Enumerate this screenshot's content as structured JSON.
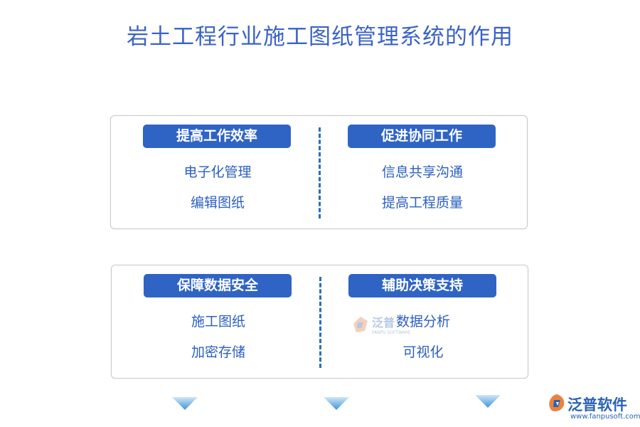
{
  "title": "岩土工程行业施工图纸管理系统的作用",
  "panels": [
    {
      "left": {
        "heading": "提高工作效率",
        "items": [
          "电子化管理",
          "编辑图纸"
        ]
      },
      "right": {
        "heading": "促进协同工作",
        "items": [
          "信息共享沟通",
          "提高工程质量"
        ]
      }
    },
    {
      "left": {
        "heading": "保障数据安全",
        "items": [
          "施工图纸",
          "加密存储"
        ]
      },
      "right": {
        "heading": "辅助决策支持",
        "items": [
          "数据分析",
          "可视化"
        ]
      }
    }
  ],
  "watermark": {
    "name": "泛普",
    "sub": "FANPU SOFTWARE"
  },
  "brand": {
    "name": "泛普软件",
    "url": "www.fanpusoft.com"
  },
  "colors": {
    "title": "#3b63c6",
    "pill": "#2f64c4",
    "text": "#2b5fbf",
    "divider": "#2c6fb7",
    "arrow": "#4aa3e0"
  },
  "icons": [
    "down-arrow-icon",
    "fanpu-logo-icon"
  ]
}
